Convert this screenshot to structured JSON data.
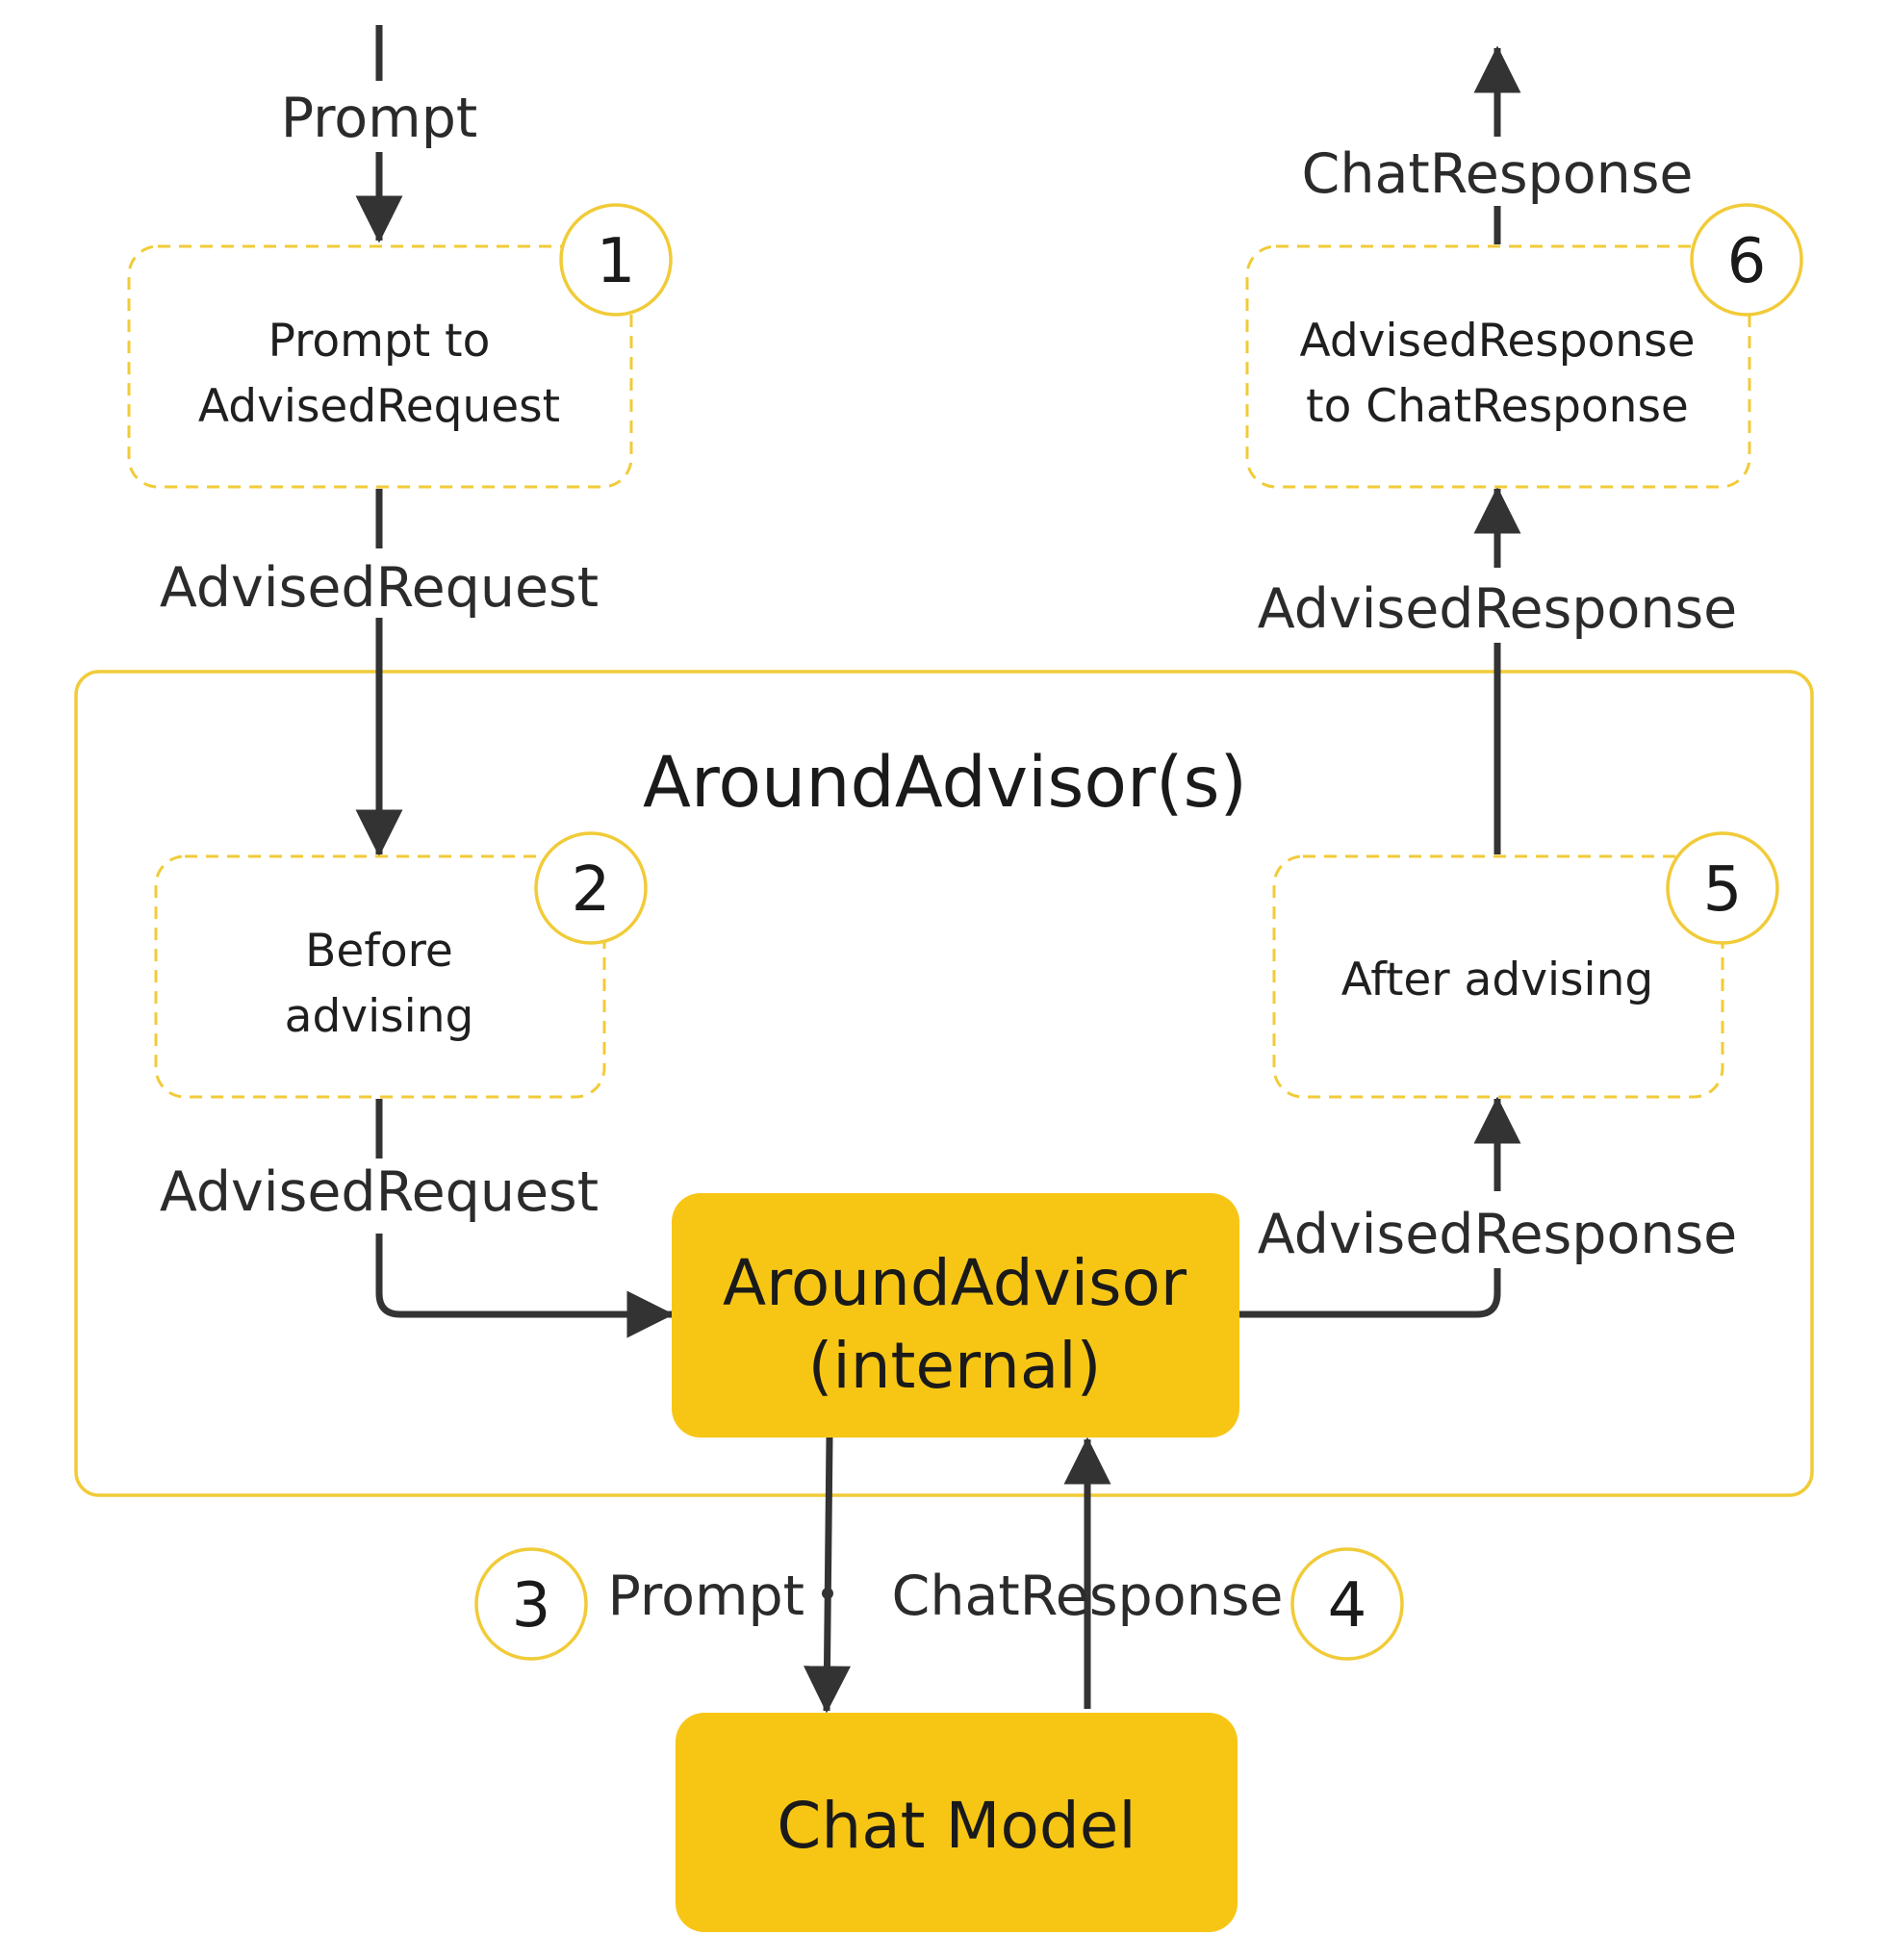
{
  "diagram": {
    "colors": {
      "accent": "#f7c615",
      "outline": "#f1cb38",
      "line": "#333333",
      "text": "#1f1f1f",
      "background": "#ffffff"
    },
    "group": {
      "title": "AroundAdvisor(s)"
    },
    "steps": {
      "prompt_to_advised": {
        "number": "1",
        "line1": "Prompt to",
        "line2": "AdvisedRequest"
      },
      "before": {
        "number": "2",
        "line1": "Before",
        "line2": "advising"
      },
      "after": {
        "number": "5",
        "line1": "After advising"
      },
      "advised_to_chat": {
        "number": "6",
        "line1": "AdvisedResponse",
        "line2": "to ChatResponse"
      }
    },
    "internal": {
      "line1": "AroundAdvisor",
      "line2": "(internal)"
    },
    "model": {
      "label": "Chat Model"
    },
    "markers": {
      "prompt_step": "3",
      "response_step": "4"
    },
    "edges": {
      "input_prompt": "Prompt",
      "output_chat_response": "ChatResponse",
      "advised_request_1": "AdvisedRequest",
      "advised_request_2": "AdvisedRequest",
      "advised_response_1": "AdvisedResponse",
      "advised_response_2": "AdvisedResponse",
      "model_prompt": "Prompt",
      "model_chat_response": "ChatResponse"
    }
  }
}
